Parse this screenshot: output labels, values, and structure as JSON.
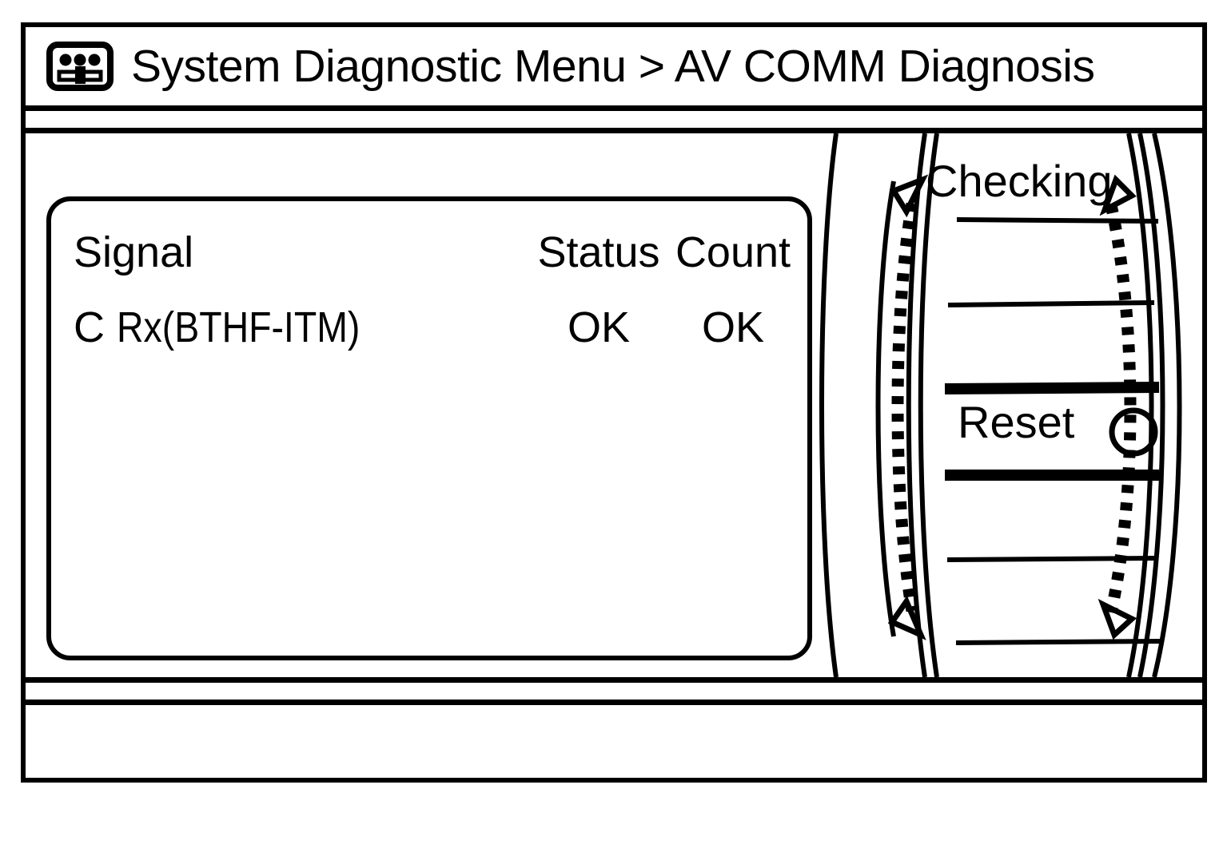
{
  "header": {
    "icon": "av-unit-icon",
    "title": "System Diagnostic Menu > AV COMM Diagnosis"
  },
  "signal_table": {
    "columns": [
      "Signal",
      "Status",
      "Count"
    ],
    "rows": [
      {
        "signal": "C ",
        "signal_code": "Rx(BTHF-ITM)",
        "status": "OK",
        "count": "OK"
      }
    ]
  },
  "side_menu": {
    "items": [
      {
        "label": "Checking",
        "selected": false
      },
      {
        "label": "",
        "selected": false
      },
      {
        "label": "Reset",
        "selected": true
      },
      {
        "label": "",
        "selected": false
      },
      {
        "label": "",
        "selected": false
      }
    ],
    "selection_marker": "selection-circle",
    "scroll_up_indicator": "triangle-up-arrow",
    "scroll_down_indicator": "triangle-down-arrow"
  },
  "colors": {
    "foreground": "#000000",
    "background": "#ffffff"
  }
}
